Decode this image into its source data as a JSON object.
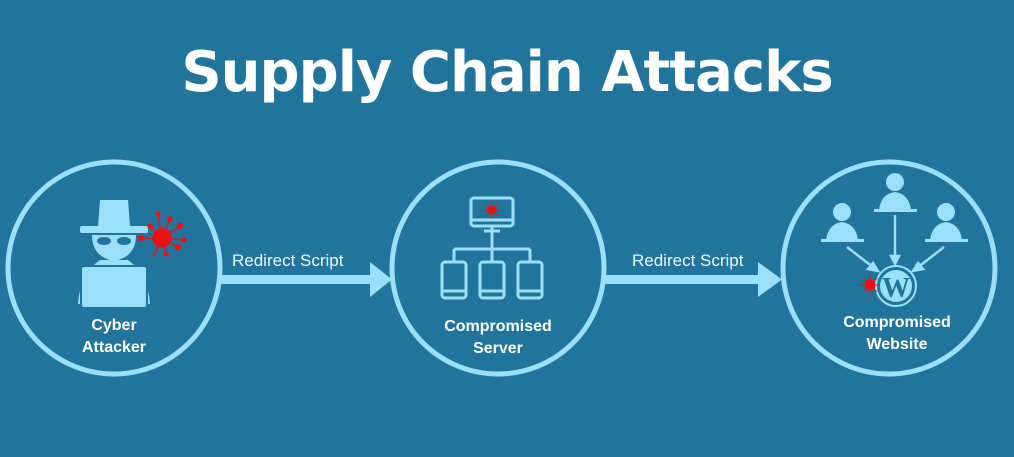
{
  "title": "Supply Chain Attacks",
  "colors": {
    "background": "#21749b",
    "line": "#9ae0fb",
    "virus": "#ee1111",
    "text": "#ffffff"
  },
  "nodes": [
    {
      "id": "attacker",
      "icon": "hacker-icon",
      "label_line1": "Cyber",
      "label_line2": "Attacker"
    },
    {
      "id": "server",
      "icon": "server-network-icon",
      "label_line1": "Compromised",
      "label_line2": "Server"
    },
    {
      "id": "website",
      "icon": "wordpress-users-icon",
      "label_line1": "Compromised",
      "label_line2": "Website"
    }
  ],
  "edges": [
    {
      "from": "attacker",
      "to": "server",
      "label": "Redirect Script"
    },
    {
      "from": "server",
      "to": "website",
      "label": "Redirect Script"
    }
  ]
}
